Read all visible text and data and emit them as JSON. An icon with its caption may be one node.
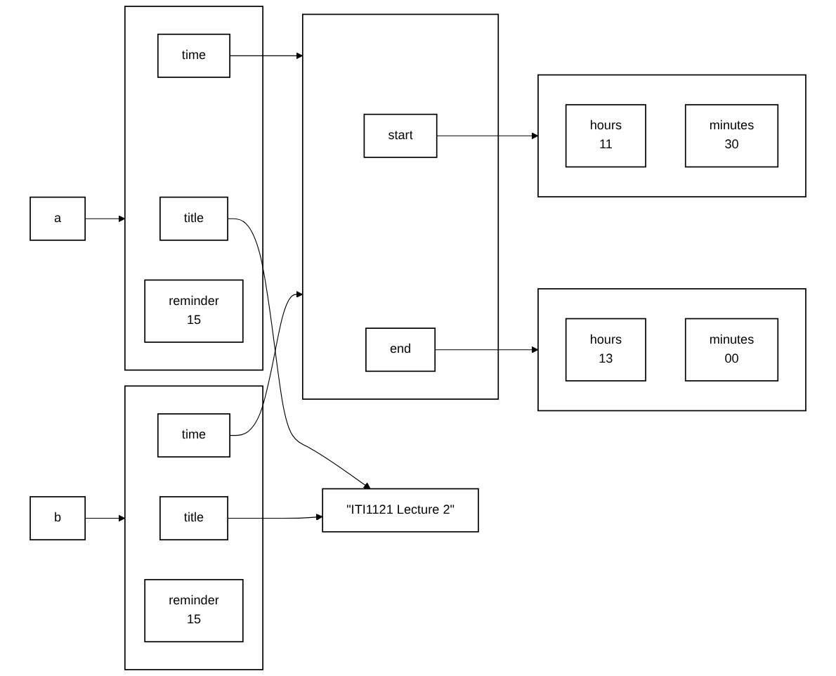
{
  "diagram": {
    "nodes": [
      {
        "text": [
          "a"
        ]
      },
      {
        "text": [],
        "shape": "box"
      },
      {
        "text": [
          "title"
        ],
        "in": 1
      },
      {
        "text": [
          "time"
        ],
        "in": 1
      },
      {
        "text": [
          "reminder",
          "15"
        ],
        "in": 1
      },
      {
        "text": [
          "\"ITI1121 Lecture 2\""
        ]
      },
      {
        "text": [],
        "shape": "box"
      },
      {
        "text": [
          "start"
        ],
        "in": 6
      },
      {
        "text": [
          "end"
        ],
        "in": 6
      },
      {
        "text": [],
        "shape": "box"
      },
      {
        "text": [
          "hours",
          "11"
        ],
        "in": 9
      },
      {
        "text": [
          "minutes",
          "30"
        ],
        "in": 9
      },
      {
        "text": [],
        "shape": "box"
      },
      {
        "text": [
          "hours",
          "13"
        ],
        "in": 12
      },
      {
        "text": [
          "minutes",
          "00"
        ],
        "in": 12
      },
      {
        "text": [
          "b"
        ]
      },
      {
        "text": [],
        "shape": "box"
      },
      {
        "text": [
          "title"
        ],
        "in": 16
      },
      {
        "text": [
          "time"
        ],
        "in": 16
      },
      {
        "text": [
          "reminder",
          "15"
        ],
        "in": 16
      }
    ],
    "edges": [
      {
        "from": 0,
        "to": 1,
        "arrow": "to"
      },
      {
        "from": 2,
        "to": 5,
        "arrow": "to"
      },
      {
        "from": 3,
        "to": 6,
        "arrow": "to"
      },
      {
        "from": 7,
        "to": 9,
        "arrow": "to"
      },
      {
        "from": 8,
        "to": 12,
        "arrow": "to"
      },
      {
        "from": 15,
        "to": 16,
        "arrow": "to"
      },
      {
        "from": 17,
        "to": 5,
        "arrow": "to"
      },
      {
        "from": 18,
        "to": 6,
        "arrow": "to"
      }
    ]
  }
}
